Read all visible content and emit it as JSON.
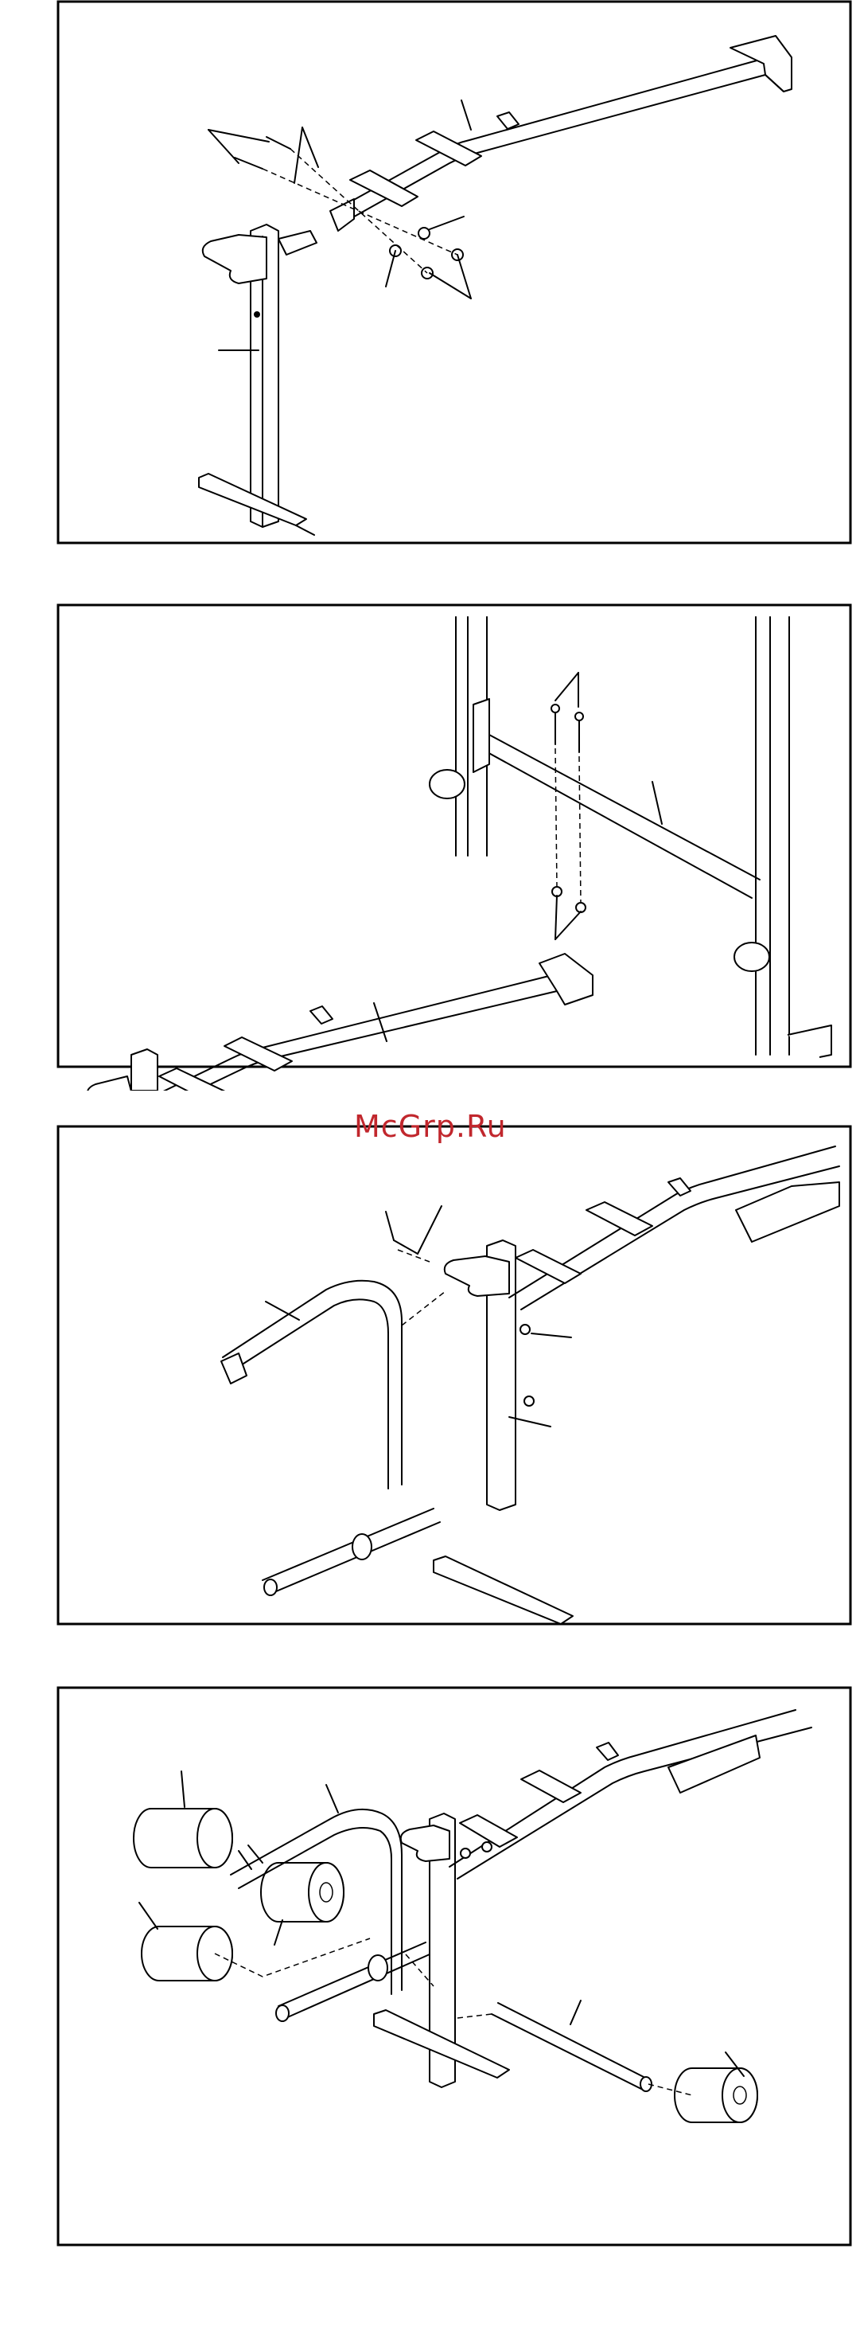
{
  "watermark": {
    "text": "McGrp.Ru"
  },
  "steps": [
    {
      "id": "step-1",
      "parts": [
        "upright",
        "bolts",
        "nuts",
        "leg-lever-arm"
      ]
    },
    {
      "id": "step-2",
      "parts": [
        "crossbar",
        "bolts",
        "nuts",
        "leg-lever-arm"
      ]
    },
    {
      "id": "step-3",
      "parts": [
        "leg-lever",
        "bolt",
        "nut",
        "leg-lever-upright"
      ]
    },
    {
      "id": "step-4",
      "parts": [
        "foam-rollers",
        "tubes",
        "axle",
        "foam-roller"
      ]
    }
  ],
  "colors": {
    "line": "#000000",
    "watermark": "#c1272d",
    "background": "#ffffff"
  }
}
